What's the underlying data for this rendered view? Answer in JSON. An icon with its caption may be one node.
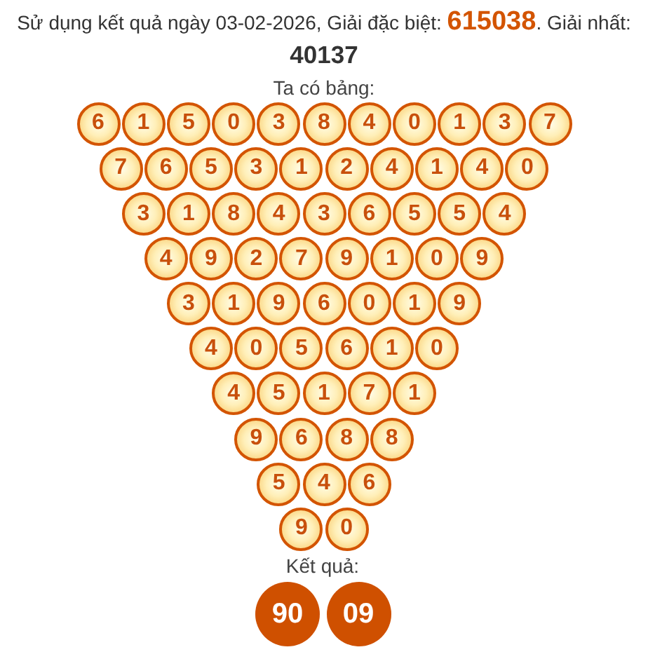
{
  "diagram": {
    "title": "Sử dụng kết quả ngày 03-02-2026, Giải đặc biệt: **615038**. Giải nhất: **40137**",
    "nodes": [
      {
        "text": [
          "6"
        ]
      },
      {
        "text": [
          "1"
        ]
      },
      {
        "text": [
          "5"
        ]
      },
      {
        "text": [
          "0"
        ]
      },
      {
        "text": [
          "3"
        ]
      },
      {
        "text": [
          "8"
        ]
      },
      {
        "text": [
          "4"
        ]
      },
      {
        "text": [
          "0"
        ]
      },
      {
        "text": [
          "1"
        ]
      },
      {
        "text": [
          "3"
        ]
      },
      {
        "text": [
          "7"
        ]
      },
      {
        "text": [
          "7"
        ]
      },
      {
        "text": [
          "6"
        ]
      },
      {
        "text": [
          "5"
        ]
      },
      {
        "text": [
          "3"
        ]
      },
      {
        "text": [
          "1"
        ]
      },
      {
        "text": [
          "2"
        ]
      },
      {
        "text": [
          "4"
        ]
      },
      {
        "text": [
          "1"
        ]
      },
      {
        "text": [
          "4"
        ]
      },
      {
        "text": [
          "0"
        ]
      },
      {
        "text": [
          "3"
        ]
      },
      {
        "text": [
          "1"
        ]
      },
      {
        "text": [
          "8"
        ]
      },
      {
        "text": [
          "4"
        ]
      },
      {
        "text": [
          "3"
        ]
      },
      {
        "text": [
          "6"
        ]
      },
      {
        "text": [
          "5"
        ]
      },
      {
        "text": [
          "5"
        ]
      },
      {
        "text": [
          "4"
        ]
      },
      {
        "text": [
          "4"
        ]
      },
      {
        "text": [
          "9"
        ]
      },
      {
        "text": [
          "2"
        ]
      },
      {
        "text": [
          "7"
        ]
      },
      {
        "text": [
          "9"
        ]
      },
      {
        "text": [
          "1"
        ]
      },
      {
        "text": [
          "0"
        ]
      },
      {
        "text": [
          "9"
        ]
      },
      {
        "text": [
          "3"
        ]
      },
      {
        "text": [
          "1"
        ]
      },
      {
        "text": [
          "9"
        ]
      },
      {
        "text": [
          "6"
        ]
      },
      {
        "text": [
          "0"
        ]
      },
      {
        "text": [
          "1"
        ]
      },
      {
        "text": [
          "9"
        ]
      },
      {
        "text": [
          "4"
        ]
      },
      {
        "text": [
          "0"
        ]
      },
      {
        "text": [
          "5"
        ]
      },
      {
        "text": [
          "6"
        ]
      },
      {
        "text": [
          "1"
        ]
      },
      {
        "text": [
          "0"
        ]
      },
      {
        "text": [
          "4"
        ]
      },
      {
        "text": [
          "5"
        ]
      },
      {
        "text": [
          "1"
        ]
      },
      {
        "text": [
          "7"
        ]
      },
      {
        "text": [
          "1"
        ]
      },
      {
        "text": [
          "9"
        ]
      },
      {
        "text": [
          "6"
        ]
      },
      {
        "text": [
          "8"
        ]
      },
      {
        "text": [
          "8"
        ]
      },
      {
        "text": [
          "5"
        ]
      },
      {
        "text": [
          "4"
        ]
      },
      {
        "text": [
          "6"
        ]
      },
      {
        "text": [
          "9"
        ]
      },
      {
        "text": [
          "0"
        ]
      },
      {
        "text": [
          "90"
        ]
      },
      {
        "text": [
          "09"
        ]
      }
    ],
    "labels": [
      "Ta có bảng:",
      "Kết quả:"
    ]
  }
}
